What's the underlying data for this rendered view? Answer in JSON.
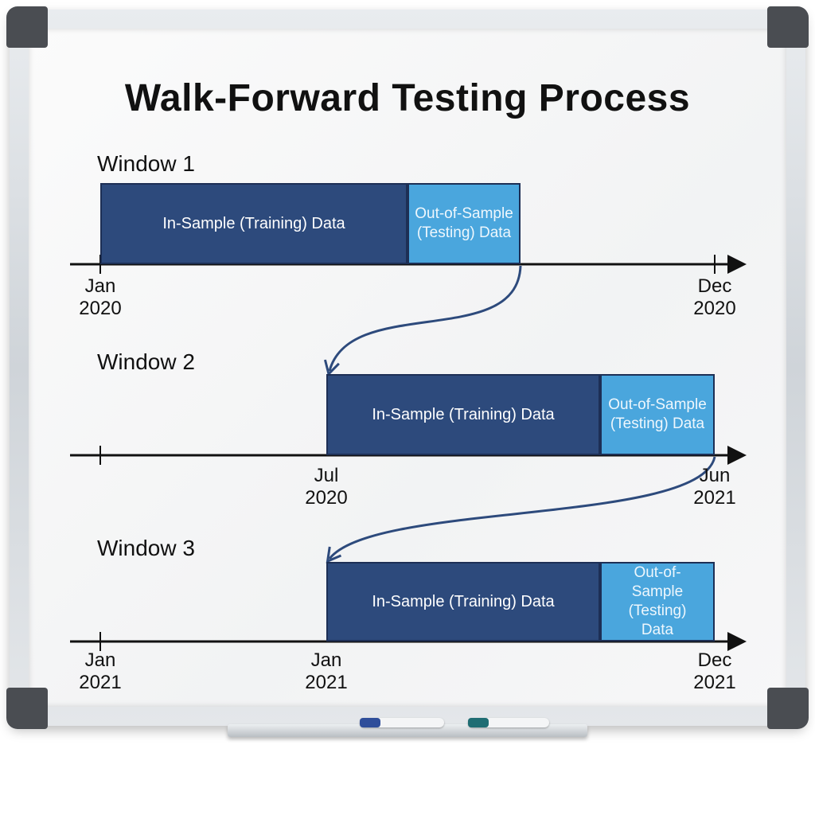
{
  "title": "Walk-Forward Testing Process",
  "colors": {
    "in_sample": "#2d4a7c",
    "out_of_sample": "#4aa6dd",
    "axis": "#111111",
    "connector": "#2d4a7c"
  },
  "windows": [
    {
      "label": "Window 1",
      "in_sample_label": "In-Sample (Training) Data",
      "out_sample_label": "Out-of-Sample (Testing) Data",
      "ticks": [
        {
          "month": "Jan",
          "year": "2020"
        },
        {
          "month": "Dec",
          "year": "2020"
        }
      ]
    },
    {
      "label": "Window 2",
      "in_sample_label": "In-Sample (Training) Data",
      "out_sample_label": "Out-of-Sample (Testing) Data",
      "ticks": [
        {
          "month": "Jul",
          "year": "2020"
        },
        {
          "month": "Jun",
          "year": "2021"
        }
      ]
    },
    {
      "label": "Window 3",
      "in_sample_label": "In-Sample (Training) Data",
      "out_sample_label": "Out-of-Sample (Testing) Data",
      "ticks": [
        {
          "month": "Jan",
          "year": "2021"
        },
        {
          "month": "Jan",
          "year": "2021"
        },
        {
          "month": "Dec",
          "year": "2021"
        }
      ]
    }
  ]
}
